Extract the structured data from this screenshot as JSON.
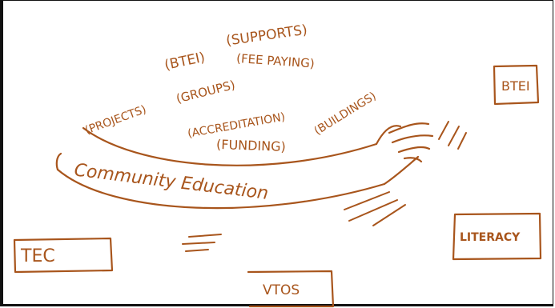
{
  "colors": {
    "ink": "#a8551c",
    "frame": "#111111",
    "background": "#ffffff"
  },
  "arm_labels": {
    "supports": "(SUPPORTS)",
    "btei": "(BTEI)",
    "fee_paying": "(FEE PAYING)",
    "projects": "(PROJECTS)",
    "groups": "(GROUPS)",
    "accreditation": "(ACCREDITATION)",
    "buildings": "(BUILDINGS)",
    "funding": "(FUNDING)"
  },
  "arm_title": "Community Education",
  "boxes": {
    "btei": "BTEI",
    "literacy": "LITERACY",
    "tec": "TEC",
    "vtos": "VTOS"
  }
}
